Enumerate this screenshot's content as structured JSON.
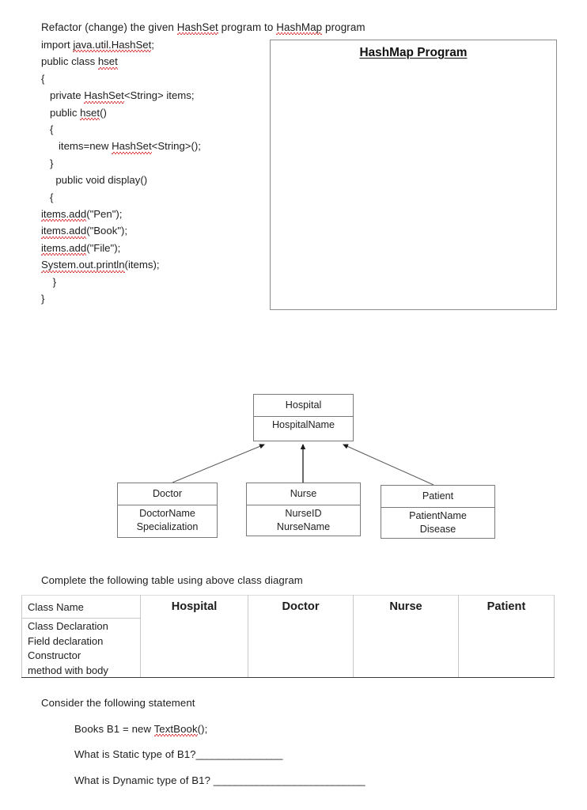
{
  "document": {
    "prompt": {
      "before": "Refactor (change) the given ",
      "term1": "HashSet",
      "middle": " program to ",
      "term2": "HashMap",
      "after": " program"
    },
    "code_listing": {
      "lines": [
        "import java.util.HashSet;",
        "public class hset",
        "{",
        "   private HashSet<String> items;",
        "   public hset()",
        "   {",
        "      items=new HashSet<String>();",
        "   }",
        "     public void display()",
        "   {",
        "items.add(\"Pen\");",
        "items.add(\"Book\");",
        "items.add(\"File\");",
        "System.out.println(items);",
        "    }",
        "}"
      ]
    },
    "answer_box": {
      "title": "HashMap Program",
      "content": ""
    },
    "class_diagram": {
      "classes": [
        {
          "name": "Hospital",
          "attributes": [
            "HospitalName"
          ]
        },
        {
          "name": "Doctor",
          "attributes": [
            "DoctorName",
            "Specialization"
          ]
        },
        {
          "name": "Nurse",
          "attributes": [
            "NurseID",
            "NurseName"
          ]
        },
        {
          "name": "Patient",
          "attributes": [
            "PatientName",
            "Disease"
          ]
        }
      ],
      "relationships": [
        {
          "from": "Doctor",
          "to": "Hospital",
          "type": "association-arrow"
        },
        {
          "from": "Nurse",
          "to": "Hospital",
          "type": "association-arrow"
        },
        {
          "from": "Patient",
          "to": "Hospital",
          "type": "association-arrow"
        }
      ]
    },
    "table_section": {
      "caption": "Complete the following table using above class diagram",
      "header": {
        "label": "Class Name",
        "columns": [
          "Hospital",
          "Doctor",
          "Nurse",
          "Patient"
        ]
      },
      "row_labels": [
        "Class Declaration",
        "Field declaration",
        "Constructor",
        "method with body"
      ],
      "cells": [
        "",
        "",
        "",
        ""
      ]
    },
    "statement_section": {
      "intro": "Consider the following statement",
      "code": "Books B1 = new TextBook();",
      "question1": "What is Static type of B1?",
      "blank1": "________________",
      "question2": "What is Dynamic type of B1? ",
      "blank2": "____________________________"
    }
  }
}
